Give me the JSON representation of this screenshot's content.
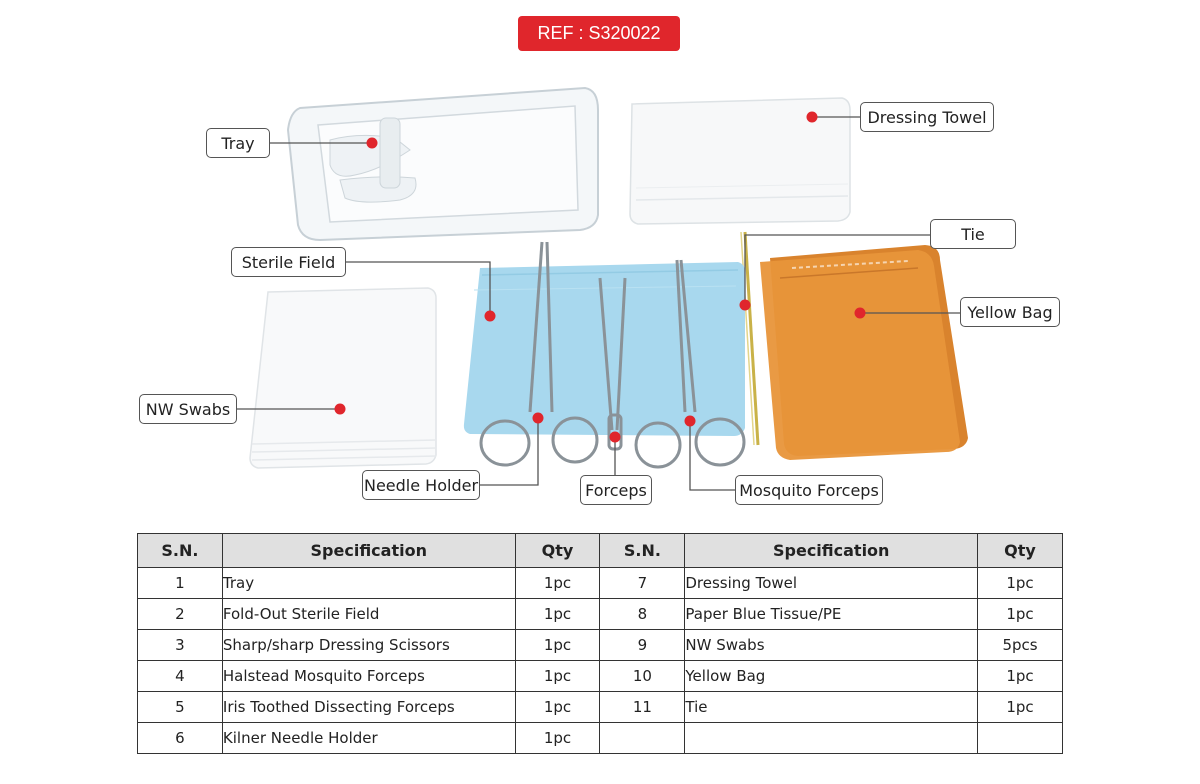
{
  "ref_badge": "REF : S320022",
  "labels": {
    "tray": "Tray",
    "dressing_towel": "Dressing Towel",
    "tie": "Tie",
    "sterile_field": "Sterile Field",
    "yellow_bag": "Yellow Bag",
    "nw_swabs": "NW Swabs",
    "needle_holder": "Needle Holder",
    "forceps": "Forceps",
    "mosquito_forceps": "Mosquito Forceps"
  },
  "table": {
    "headers": [
      "S.N.",
      "Specification",
      "Qty",
      "S.N.",
      "Specification",
      "Qty"
    ],
    "rows": [
      [
        "1",
        "Tray",
        "1pc",
        "7",
        "Dressing Towel",
        "1pc"
      ],
      [
        "2",
        "Fold-Out Sterile Field",
        "1pc",
        "8",
        "Paper Blue Tissue/PE",
        "1pc"
      ],
      [
        "3",
        "Sharp/sharp Dressing Scissors",
        "1pc",
        "9",
        "NW Swabs",
        "5pcs"
      ],
      [
        "4",
        "Halstead Mosquito Forceps",
        "1pc",
        "10",
        "Yellow Bag",
        "1pc"
      ],
      [
        "5",
        "Iris Toothed Dissecting Forceps",
        "1pc",
        "11",
        "Tie",
        "1pc"
      ],
      [
        "6",
        "Kilner Needle Holder",
        "1pc",
        "",
        "",
        ""
      ]
    ]
  },
  "colors": {
    "badge": "#e0262c",
    "marker": "#e0262c",
    "sterile_field": "#a8d8ee",
    "yellow_bag": "#e8953a"
  }
}
